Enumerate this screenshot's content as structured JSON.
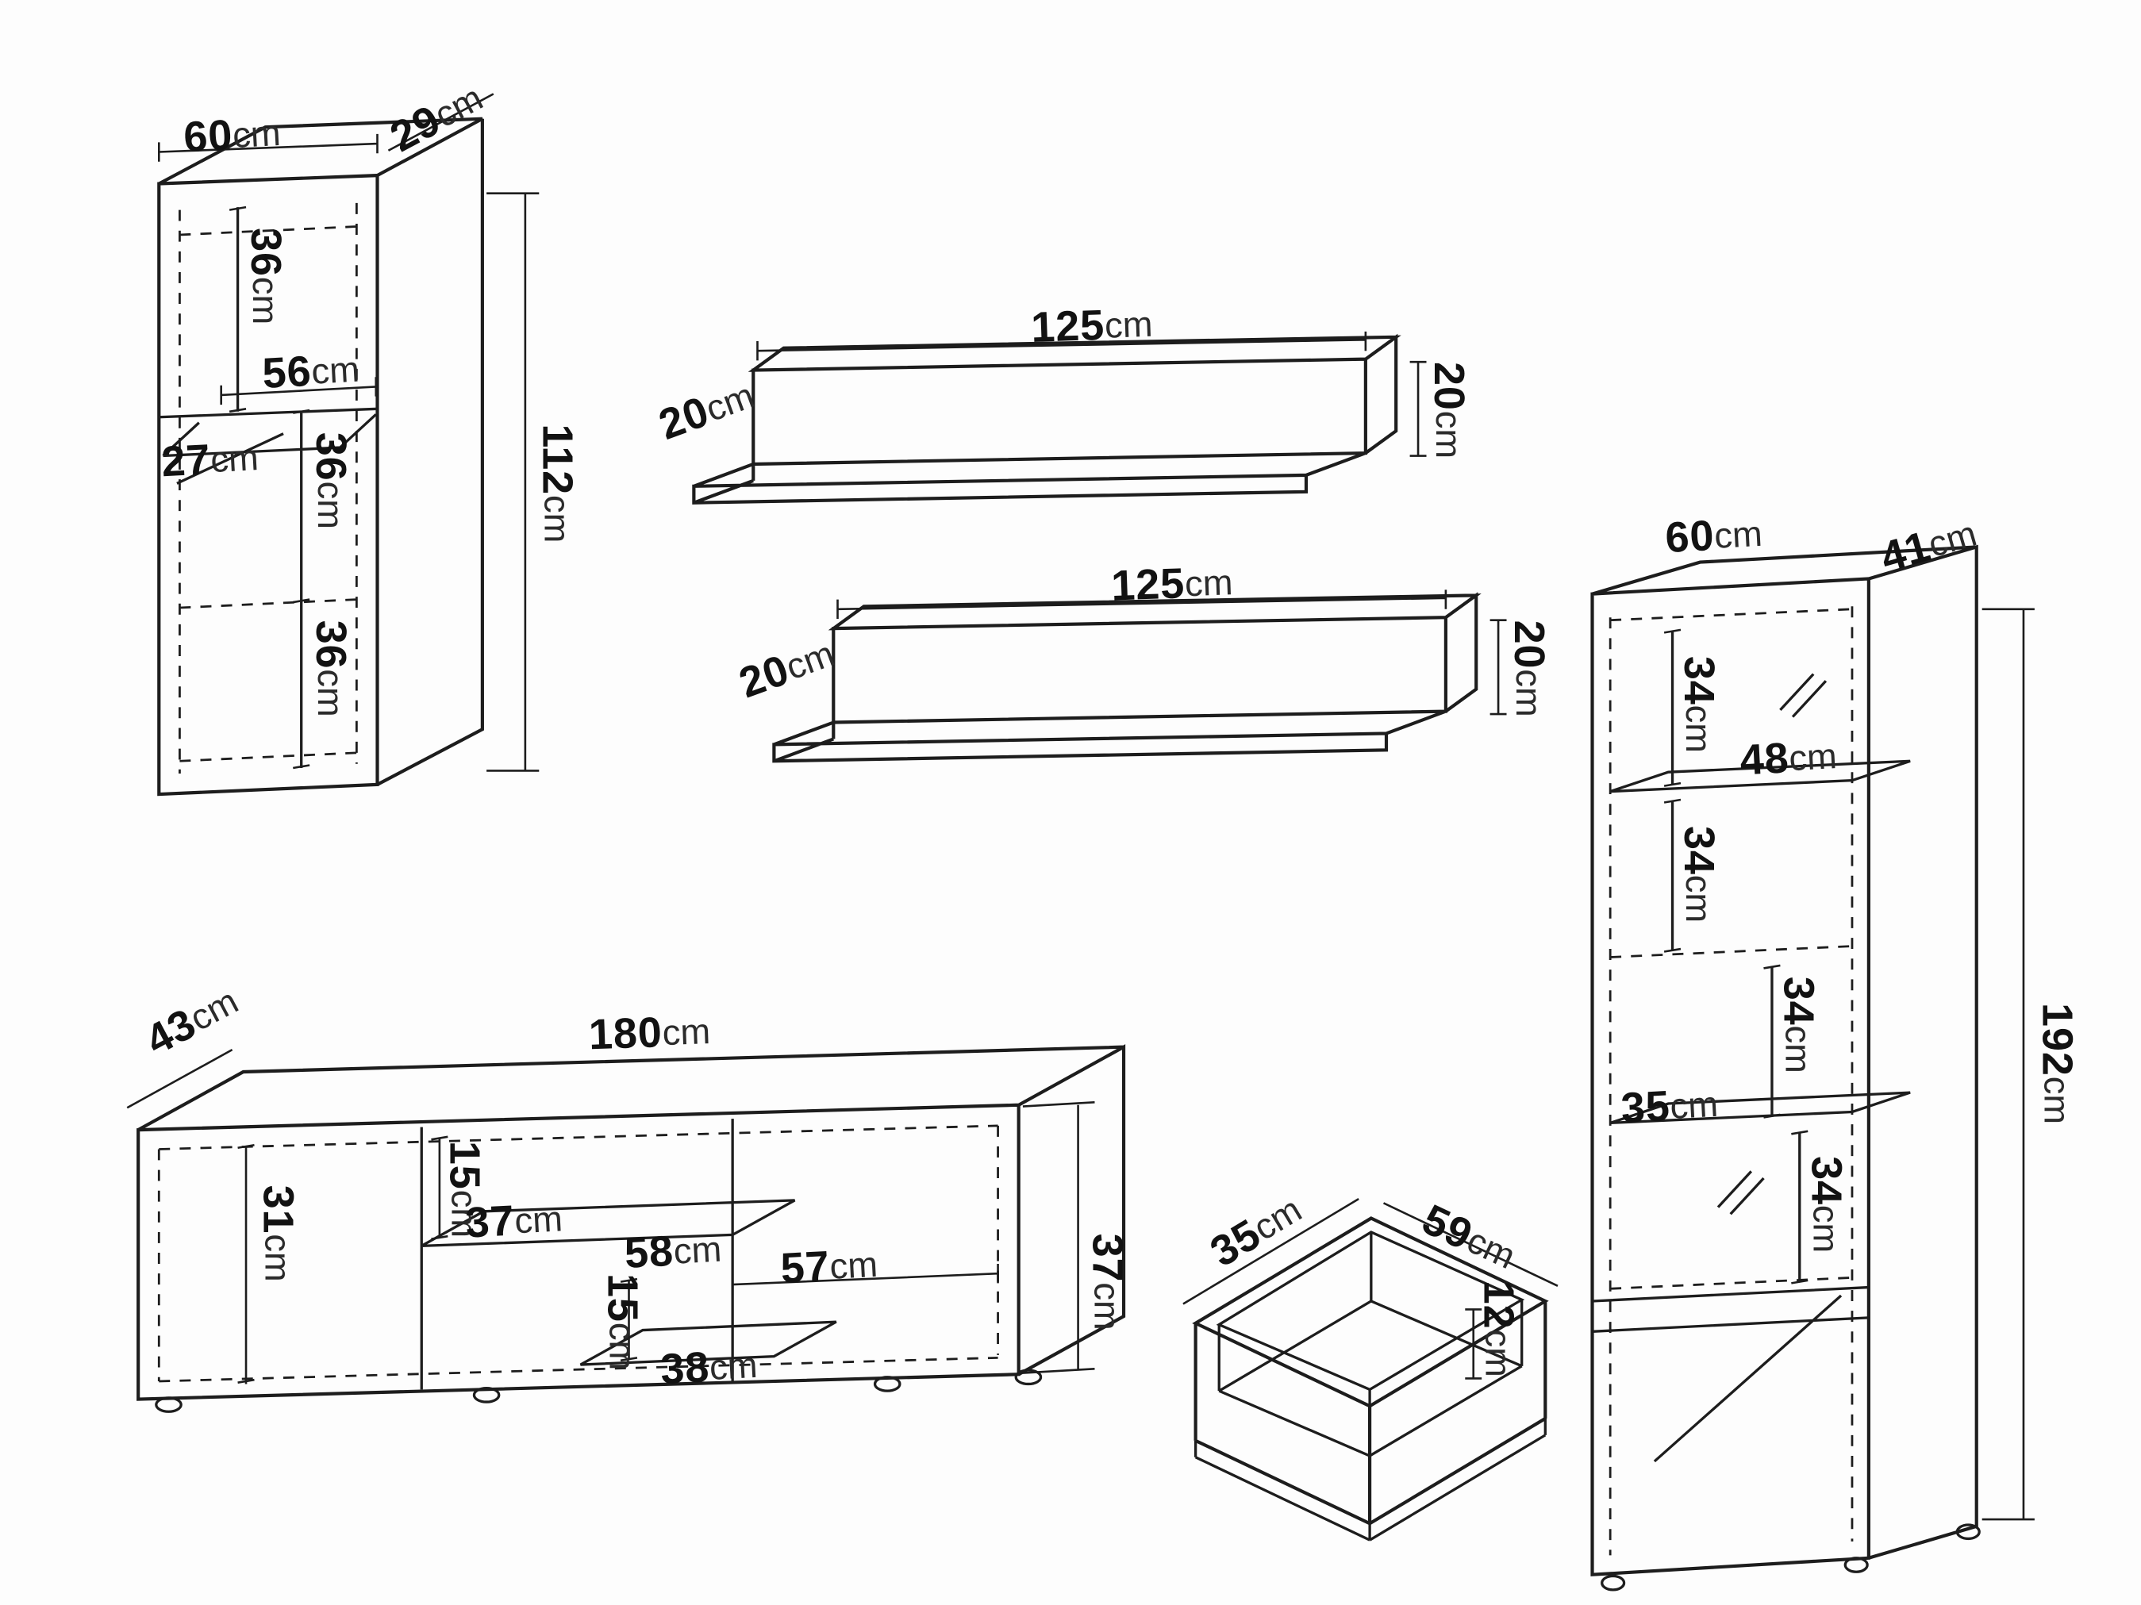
{
  "diagram": {
    "unit": "cm",
    "background": "#fdfdfd",
    "ink": "#1d1d1d"
  },
  "wall_cabinet": {
    "width": "60",
    "depth": "29",
    "height": "112",
    "top_section_height": "36",
    "shelf_width": "56",
    "shelf_depth": "27",
    "middle_section_height": "36",
    "bottom_section_height": "36"
  },
  "wall_shelf_top": {
    "length": "125",
    "depth": "20",
    "height": "20"
  },
  "wall_shelf_bottom": {
    "length": "125",
    "depth": "20",
    "height": "20"
  },
  "tv_stand": {
    "depth": "43",
    "width": "180",
    "interior_height": "31",
    "top_gap": "15",
    "upper_shelf_depth": "37",
    "upper_shelf_width": "58",
    "right_compartment_width": "57",
    "lower_gap": "15",
    "lower_shelf_width": "38",
    "height": "37"
  },
  "drawer": {
    "depth": "35",
    "width": "59",
    "height": "12"
  },
  "display_cabinet": {
    "width": "60",
    "depth": "41",
    "section1_height": "34",
    "shelf_width": "48",
    "section2_height": "34",
    "section3_height": "34",
    "shelf2_width": "35",
    "section4_height": "34",
    "height": "192"
  }
}
